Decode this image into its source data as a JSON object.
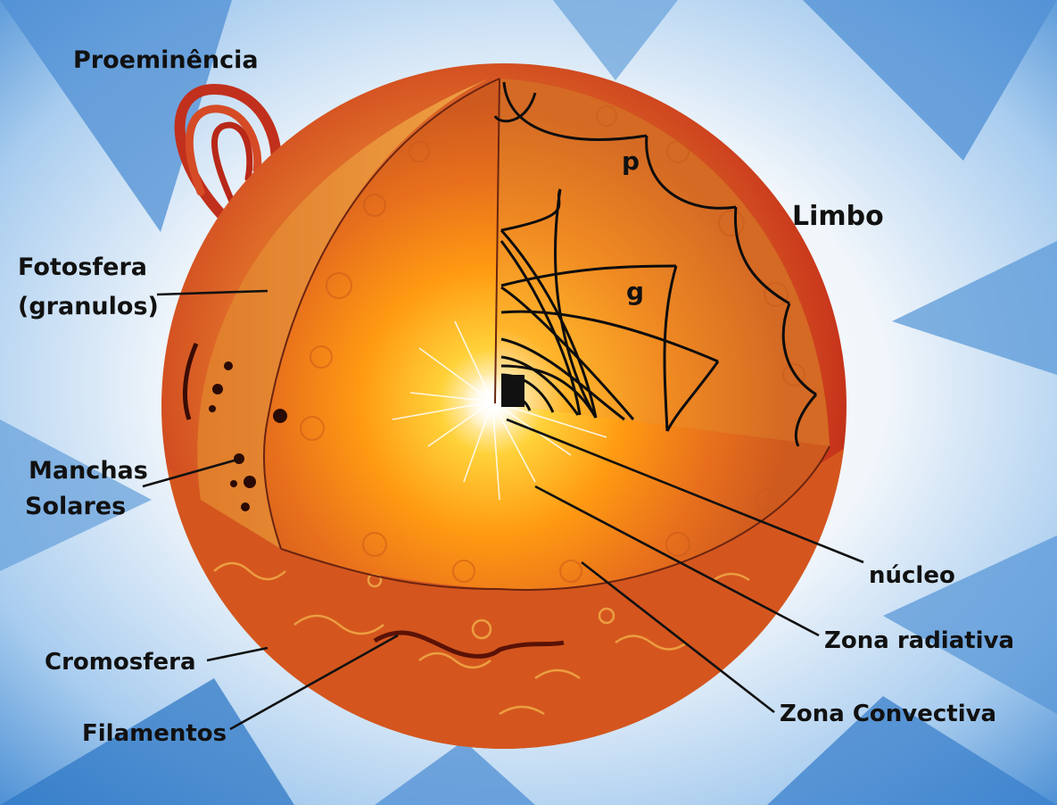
{
  "labels": {
    "proeminencia": "Proeminência",
    "limbo": "Limbo",
    "fotosfera_line1": "Fotosfera",
    "fotosfera_line2": "(granulos)",
    "manchas_line1": "Manchas",
    "manchas_line2": "Solares",
    "cromosfera": "Cromosfera",
    "filamentos": "Filamentos",
    "nucleo": "núcleo",
    "zona_radiativa": "Zona radiativa",
    "zona_convectiva": "Zona Convectiva",
    "mode_p": "p",
    "mode_g": "g"
  },
  "colors": {
    "sky_light": "#f4f7fb",
    "sky_blue": "#3f8ad6",
    "sun_rim": "#c8301a",
    "sun_surface": "#d9541f",
    "photosphere": "#e8912e",
    "core": "#ffffff",
    "interior_hot": "#ffa21a",
    "convective": "#d96a22",
    "text": "#111111"
  }
}
